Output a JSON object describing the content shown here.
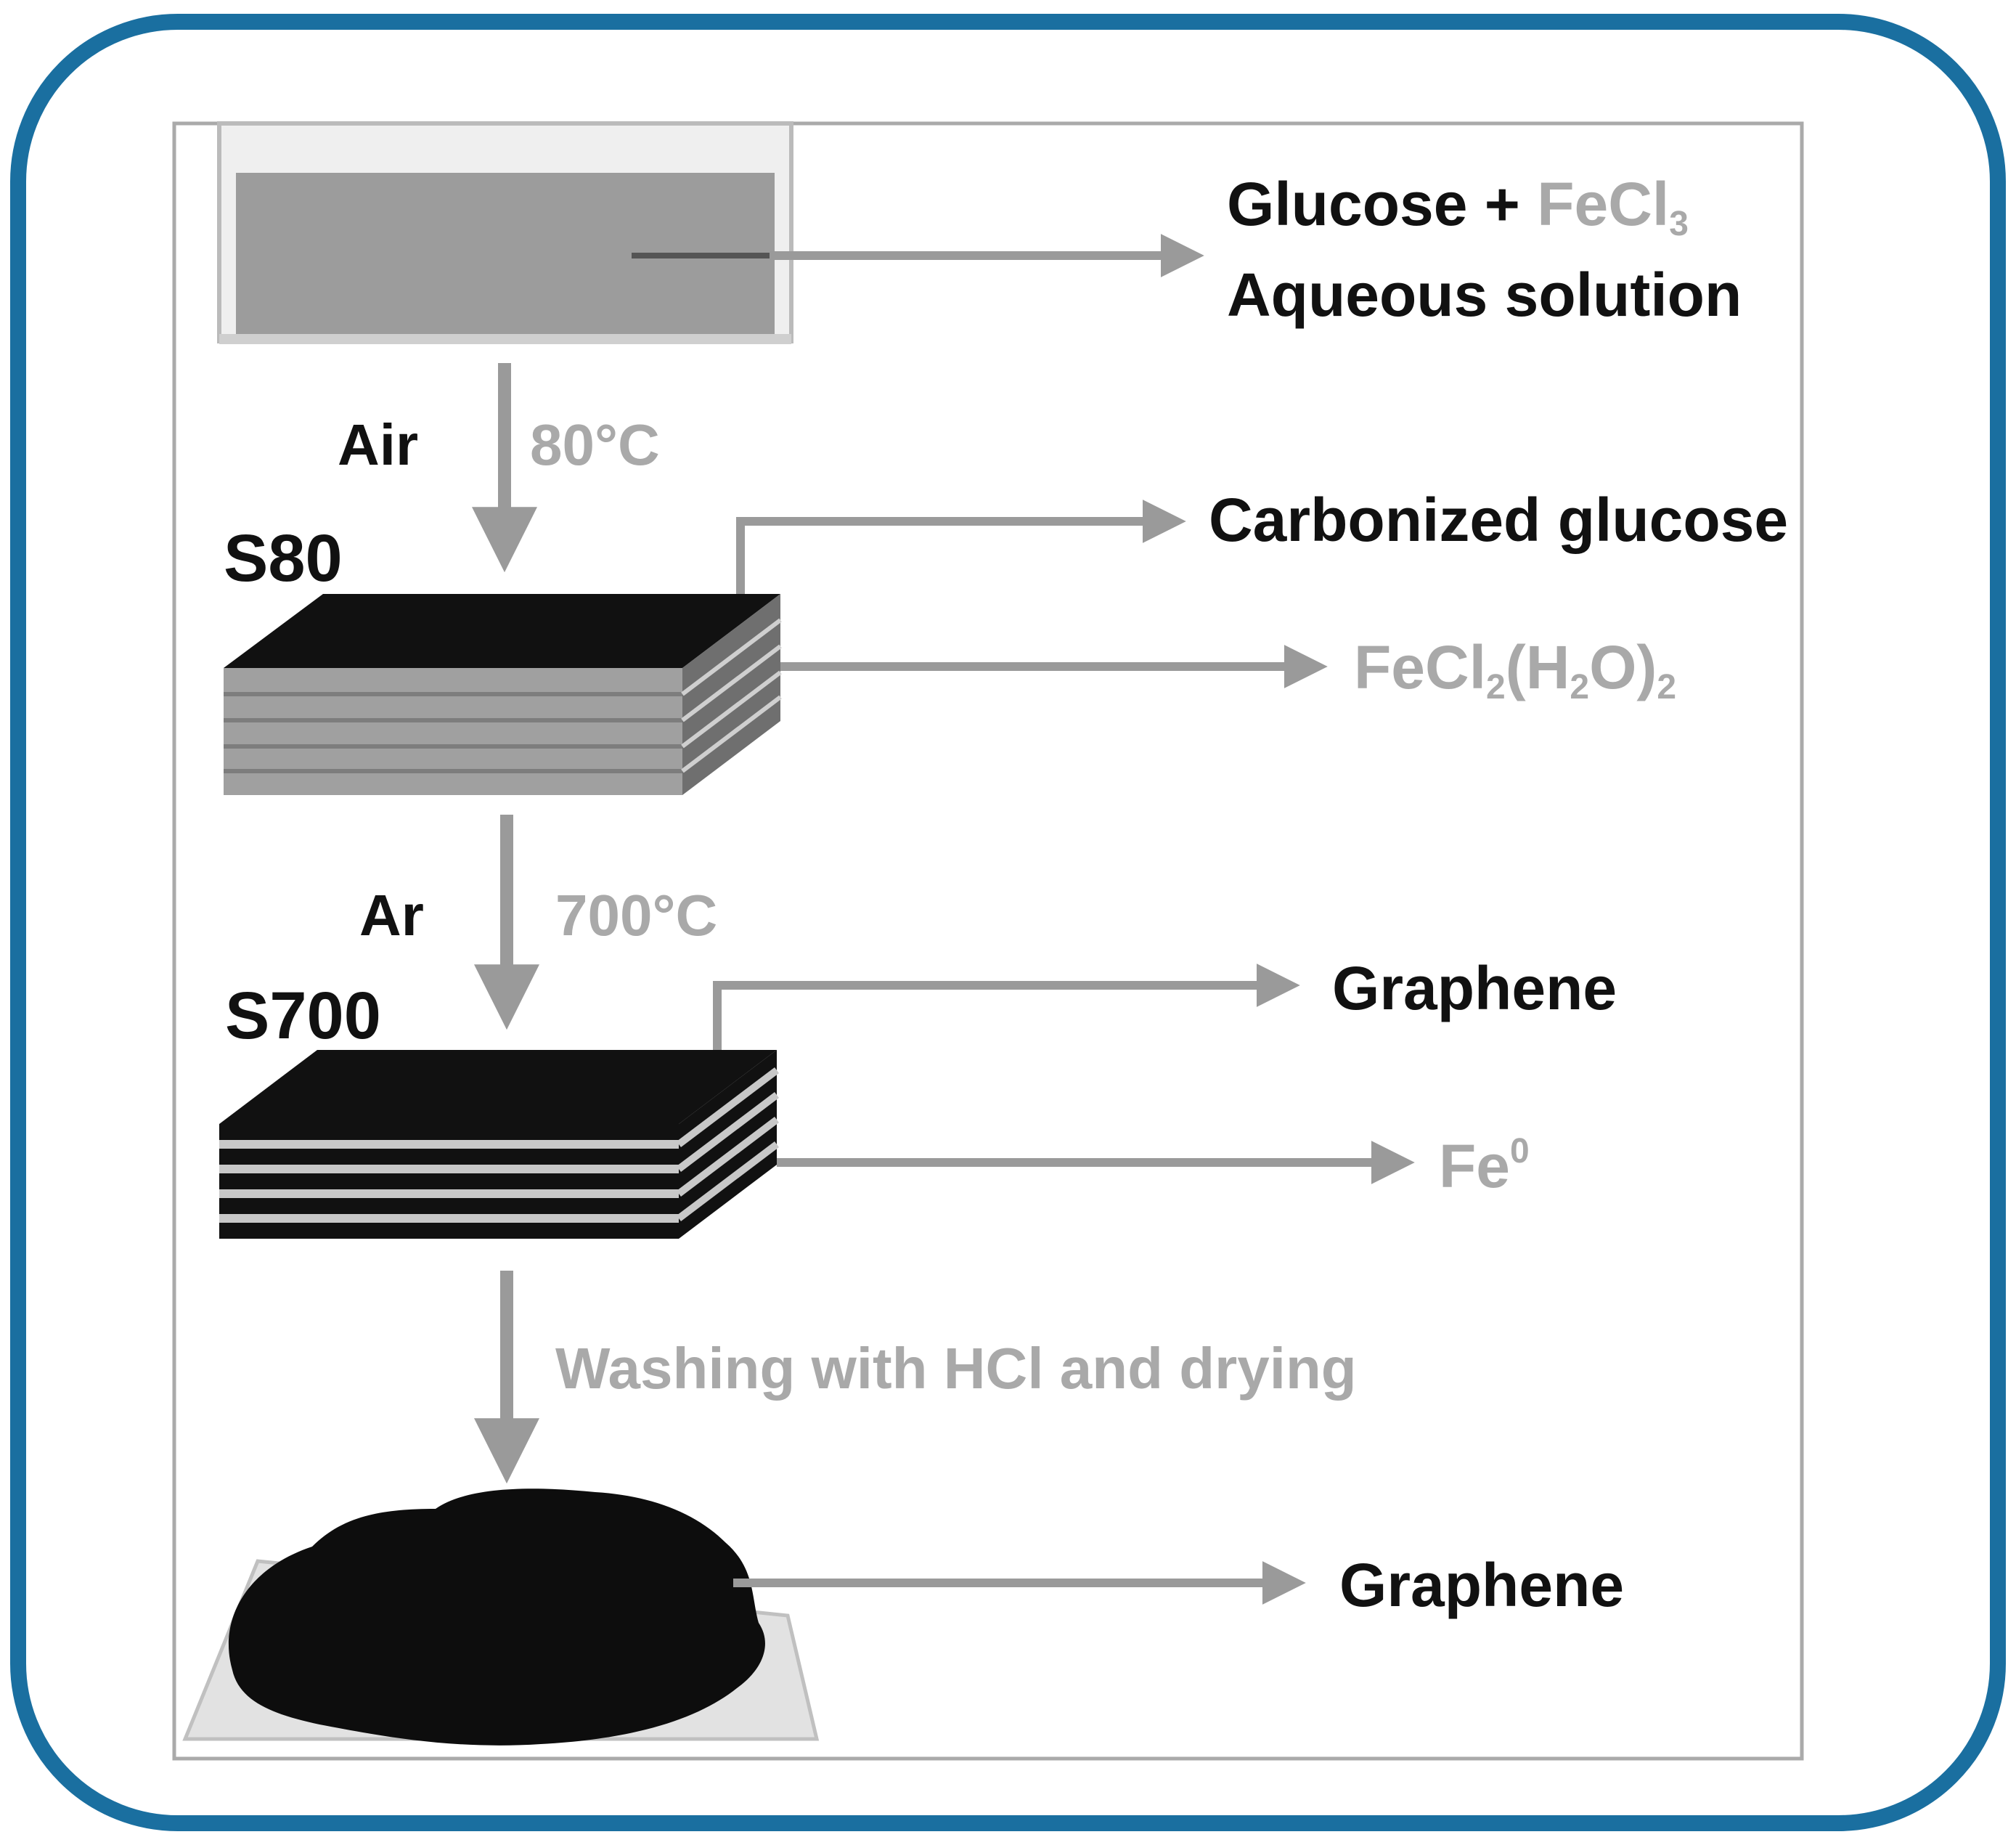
{
  "colors": {
    "frame": "#1a6fa0",
    "arrow": "#9a9a9a",
    "black_layer": "#111111",
    "gray_layer": "#9a9a9a",
    "gray_text": "#a9a9a9",
    "dark_text": "#111111"
  },
  "step1": {
    "product_part1": "Glucose + ",
    "product_part2": "FeCl",
    "product_sub": "3",
    "product_line2": "Aqueous solution"
  },
  "step2": {
    "atmosphere": "Air",
    "temperature": "80°C",
    "sample": "S80",
    "component1": "Carbonized glucose",
    "component2_a": "FeCl",
    "component2_sub1": "2",
    "component2_b": "(H",
    "component2_sub2": "2",
    "component2_c": "O)",
    "component2_sub3": "2"
  },
  "step3": {
    "atmosphere": "Ar",
    "temperature": "700°C",
    "sample": "S700",
    "component1": "Graphene",
    "component2": "Fe",
    "component2_sup": "0"
  },
  "step4": {
    "process": "Washing with HCl and drying",
    "product": "Graphene"
  }
}
